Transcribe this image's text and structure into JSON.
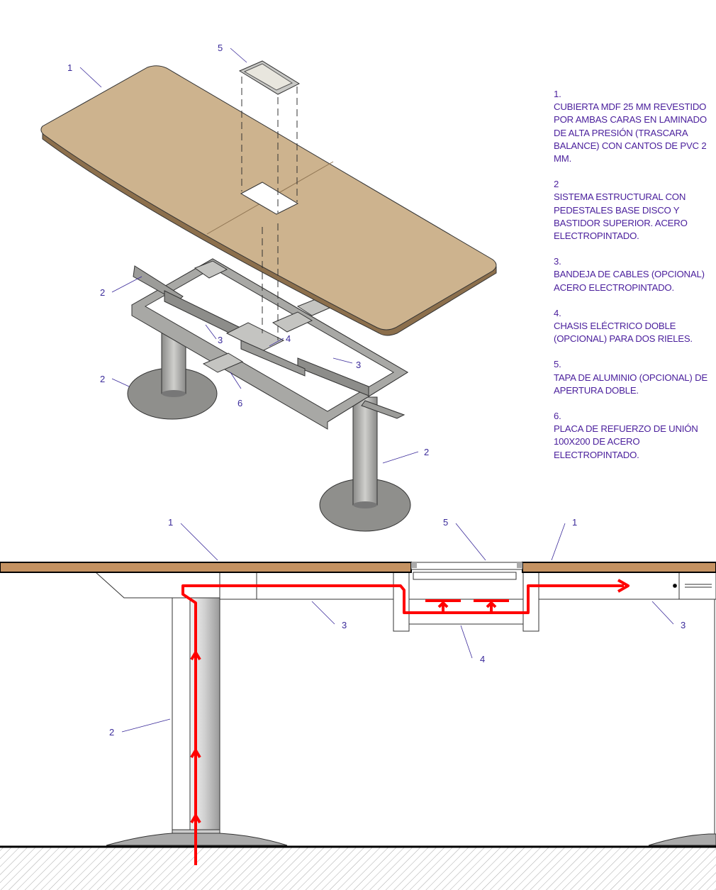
{
  "callouts_iso": [
    "5",
    "1",
    "2",
    "3",
    "4",
    "3",
    "2",
    "6",
    "2"
  ],
  "callouts_section": [
    "1",
    "5",
    "1",
    "3",
    "4",
    "3",
    "2"
  ],
  "notes": [
    {
      "num": "1.",
      "text": "CUBIERTA MDF 25 MM REVESTIDO POR AMBAS CARAS EN LAMINADO DE ALTA PRESIÓN (TRASCARA BALANCE) CON CANTOS DE PVC 2 MM."
    },
    {
      "num": "2",
      "text": "SISTEMA ESTRUCTURAL CON PEDESTALES BASE DISCO Y BASTIDOR SUPERIOR. ACERO ELECTROPINTADO."
    },
    {
      "num": "3.",
      "text": "BANDEJA DE CABLES (OPCIONAL) ACERO ELECTROPINTADO."
    },
    {
      "num": "4.",
      "text": "CHASIS ELÉCTRICO DOBLE (OPCIONAL) PARA DOS RIELES."
    },
    {
      "num": "5.",
      "text": "TAPA DE ALUMINIO (OPCIONAL) DE APERTURA DOBLE."
    },
    {
      "num": "6.",
      "text": "PLACA DE REFUERZO DE UNIÓN 100X200 DE ACERO ELECTROPINTADO."
    }
  ],
  "colors": {
    "tabletop": "#cdb38e",
    "laminate": "#c49262",
    "steel": "#b4b4b0",
    "cable": "#ff0000",
    "text": "#4a1f9c"
  }
}
